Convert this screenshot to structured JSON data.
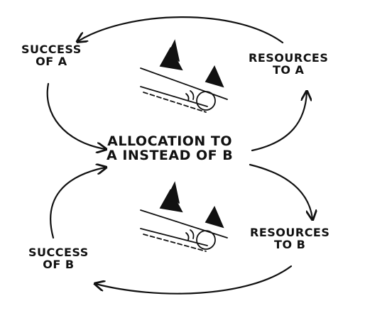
{
  "nodes": {
    "success_a": {
      "line1": "SUCCESS",
      "line2": "OF A"
    },
    "resources_a": {
      "line1": "RESOURCES",
      "line2": "TO A"
    },
    "allocation": {
      "line1": "ALLOCATION TO",
      "line2": "A INSTEAD OF B"
    },
    "resources_b": {
      "line1": "RESOURCES",
      "line2": "TO B"
    },
    "success_b": {
      "line1": "SUCCESS",
      "line2": "OF B"
    }
  },
  "colors": {
    "ink": "#111111",
    "background": "#ffffff"
  },
  "icons": [
    "snowball-hill-icon",
    "snowball-hill-icon"
  ]
}
